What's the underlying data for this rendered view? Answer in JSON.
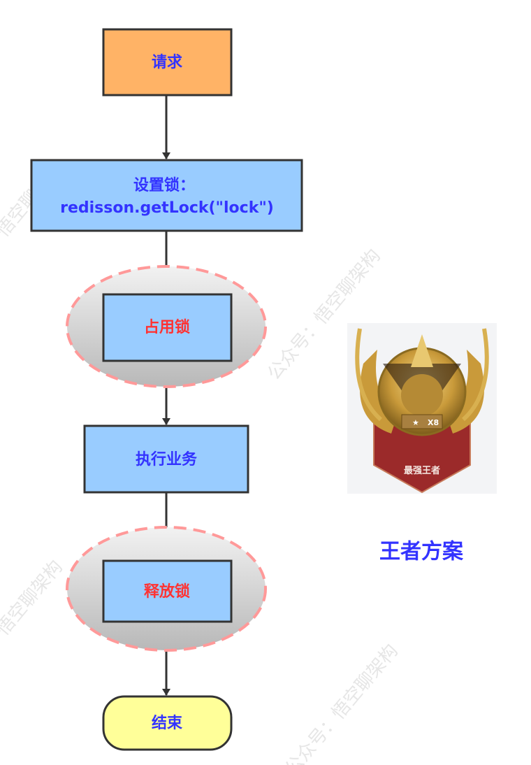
{
  "watermark": "公众号：悟空聊架构",
  "nodes": {
    "request": "请求",
    "set_lock_title": "设置锁：",
    "set_lock_code": "redisson.getLock(\"lock\")",
    "acquire_lock": "占用锁",
    "execute": "执行业务",
    "release_lock": "释放锁",
    "end": "结束"
  },
  "badge": {
    "rank_text": "最强王者",
    "stars": "X8"
  },
  "caption": "王者方案",
  "colors": {
    "request_fill": "#FFB366",
    "process_fill": "#99CCFF",
    "end_fill": "#FFFF99",
    "text_blue": "#3333FF",
    "text_red": "#FF3333",
    "dash_pink": "#FF9999"
  }
}
